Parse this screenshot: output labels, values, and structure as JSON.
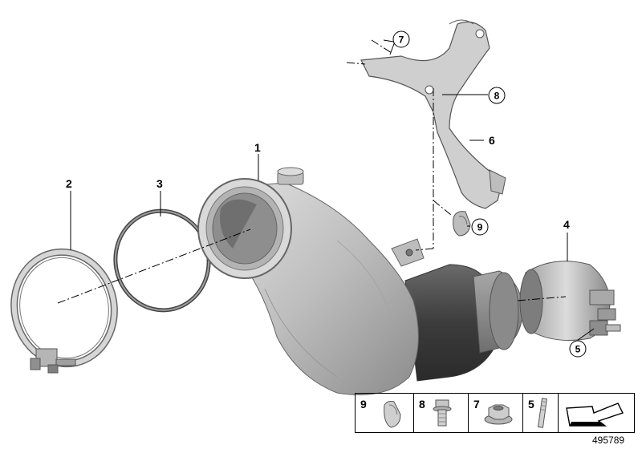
{
  "callouts": {
    "c1": "1",
    "c2": "2",
    "c3": "3",
    "c4": "4",
    "c5": "5",
    "c6": "6",
    "c7": "7",
    "c8": "8",
    "c9": "9"
  },
  "legend": [
    {
      "number": "9",
      "icon": "half-clip-icon"
    },
    {
      "number": "8",
      "icon": "flange-bolt-icon"
    },
    {
      "number": "7",
      "icon": "hex-nut-icon"
    },
    {
      "number": "5",
      "icon": "stud-bolt-icon"
    },
    {
      "number": "",
      "icon": "installation-arrow-icon"
    }
  ],
  "diagram_id": "495789",
  "colors": {
    "part_fill": "#c9c9c9",
    "part_shade": "#9a9a9a",
    "dark_pipe": "#4a4a4a",
    "outline": "#555555",
    "line": "#000000"
  }
}
